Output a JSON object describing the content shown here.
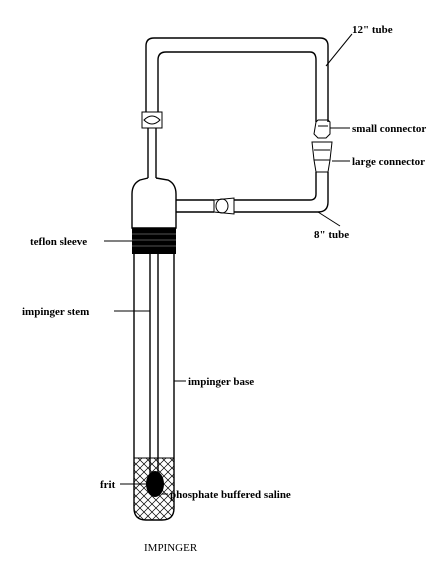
{
  "labels": {
    "tube_12": "12\" tube",
    "small_connector": "small connector",
    "large_connector": "large connector",
    "tube_8": "8\" tube",
    "teflon_sleeve": "teflon sleeve",
    "impinger_stem": "impinger stem",
    "impinger_base": "impinger base",
    "frit": "frit",
    "saline": "phosphate buffered saline"
  },
  "caption": "IMPINGER"
}
